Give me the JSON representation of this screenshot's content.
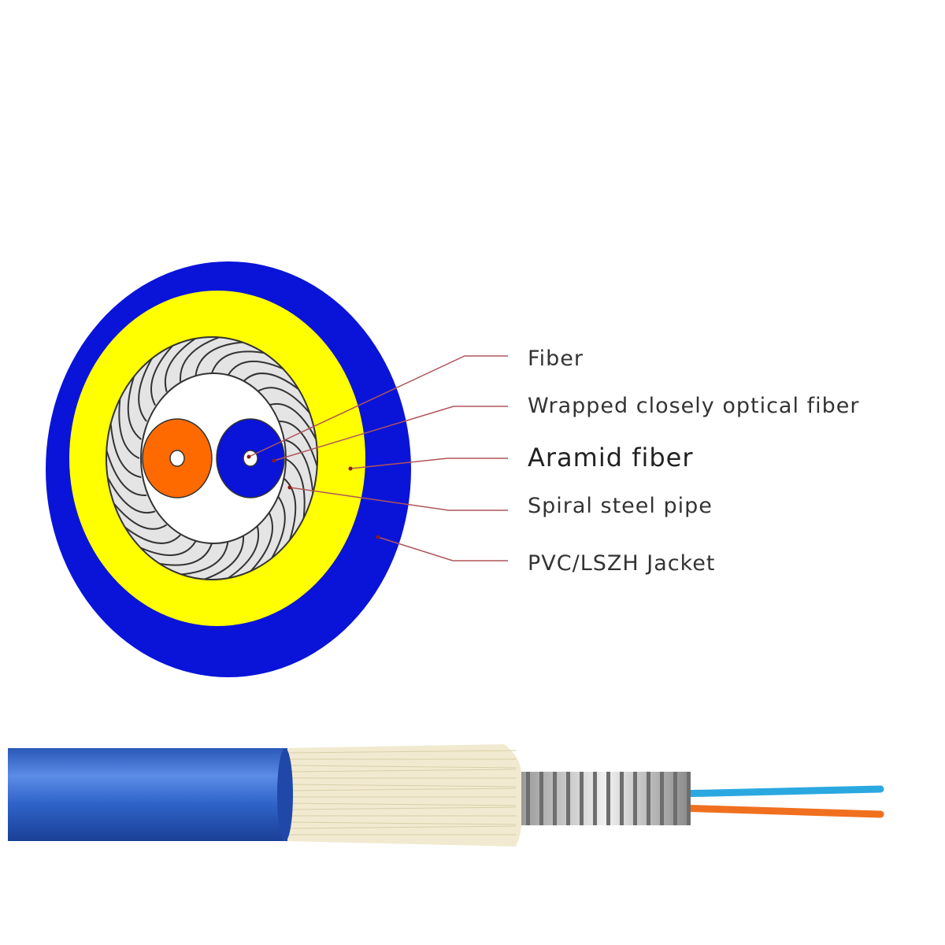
{
  "labels": {
    "fiber": "Fiber",
    "wrapped": "Wrapped closely optical fiber",
    "aramid": "Aramid fiber",
    "spiral": "Spiral steel pipe",
    "jacket": "PVC/LSZH Jacket"
  },
  "colors": {
    "jacket": "#0a14d8",
    "aramid": "#ffff00",
    "steel": "#e4e4e4",
    "fiber_orange": "#ff6a00",
    "fiber_blue": "#0a14d8",
    "leader": "#b0555a",
    "cable_jacket": "#2f63c8",
    "cable_aramid": "#f1ead0",
    "cable_fiber_blue": "#2ba8e0",
    "cable_fiber_orange": "#f07020"
  }
}
